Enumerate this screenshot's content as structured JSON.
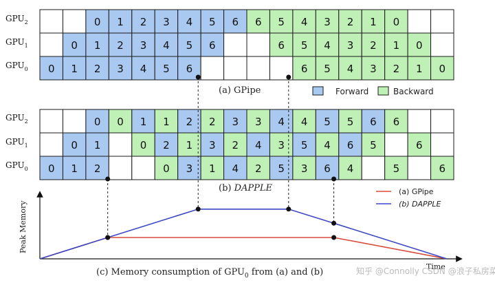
{
  "colors": {
    "forward": "#a9c9f1",
    "backward": "#bff0b5",
    "empty": "#ffffff",
    "grid_line": "#1a1a1a",
    "gpipe_line": "#d94a3a",
    "dapple_line": "#3b47c4"
  },
  "gpu_labels": {
    "main": "GPU",
    "subs": [
      "2",
      "1",
      "0"
    ]
  },
  "legend": {
    "forward": "Forward",
    "backward": "Backward"
  },
  "captions": {
    "a": "(a) GPipe",
    "b_prefix": "(b) ",
    "b_name": "DAPPLE",
    "c_prefix": "(c) Memory consumption of GPU",
    "c_sub": "0",
    "c_suffix": "  from (a) and (b)"
  },
  "gpipe_grid": [
    [
      [
        "",
        ""
      ],
      [
        "",
        ""
      ],
      [
        "F",
        "0"
      ],
      [
        "F",
        "1"
      ],
      [
        "F",
        "2"
      ],
      [
        "F",
        "3"
      ],
      [
        "F",
        "4"
      ],
      [
        "F",
        "5"
      ],
      [
        "F",
        "6"
      ],
      [
        "B",
        "6"
      ],
      [
        "B",
        "5"
      ],
      [
        "B",
        "4"
      ],
      [
        "B",
        "3"
      ],
      [
        "B",
        "2"
      ],
      [
        "B",
        "1"
      ],
      [
        "B",
        "0"
      ],
      [
        "",
        ""
      ],
      [
        "",
        ""
      ]
    ],
    [
      [
        "",
        ""
      ],
      [
        "F",
        "0"
      ],
      [
        "F",
        "1"
      ],
      [
        "F",
        "2"
      ],
      [
        "F",
        "3"
      ],
      [
        "F",
        "4"
      ],
      [
        "F",
        "5"
      ],
      [
        "F",
        "6"
      ],
      [
        "",
        ""
      ],
      [
        "",
        ""
      ],
      [
        "B",
        "6"
      ],
      [
        "B",
        "5"
      ],
      [
        "B",
        "4"
      ],
      [
        "B",
        "3"
      ],
      [
        "B",
        "2"
      ],
      [
        "B",
        "1"
      ],
      [
        "B",
        "0"
      ],
      [
        "",
        ""
      ]
    ],
    [
      [
        "F",
        "0"
      ],
      [
        "F",
        "1"
      ],
      [
        "F",
        "2"
      ],
      [
        "F",
        "3"
      ],
      [
        "F",
        "4"
      ],
      [
        "F",
        "5"
      ],
      [
        "F",
        "6"
      ],
      [
        "",
        ""
      ],
      [
        "",
        ""
      ],
      [
        "",
        ""
      ],
      [
        "",
        ""
      ],
      [
        "B",
        "6"
      ],
      [
        "B",
        "5"
      ],
      [
        "B",
        "4"
      ],
      [
        "B",
        "3"
      ],
      [
        "B",
        "2"
      ],
      [
        "B",
        "1"
      ],
      [
        "B",
        "0"
      ]
    ]
  ],
  "dapple_grid": [
    [
      [
        "",
        ""
      ],
      [
        "",
        ""
      ],
      [
        "F",
        "0"
      ],
      [
        "B",
        "0"
      ],
      [
        "F",
        "1"
      ],
      [
        "B",
        "1"
      ],
      [
        "F",
        "2"
      ],
      [
        "B",
        "2"
      ],
      [
        "F",
        "3"
      ],
      [
        "B",
        "3"
      ],
      [
        "F",
        "4"
      ],
      [
        "B",
        "4"
      ],
      [
        "F",
        "5"
      ],
      [
        "B",
        "5"
      ],
      [
        "F",
        "6"
      ],
      [
        "B",
        "6"
      ],
      [
        "",
        ""
      ],
      [
        "",
        ""
      ]
    ],
    [
      [
        "",
        ""
      ],
      [
        "F",
        "0"
      ],
      [
        "F",
        "1"
      ],
      [
        "",
        ""
      ],
      [
        "B",
        "0"
      ],
      [
        "F",
        "2"
      ],
      [
        "B",
        "1"
      ],
      [
        "F",
        "3"
      ],
      [
        "B",
        "2"
      ],
      [
        "F",
        "4"
      ],
      [
        "B",
        "3"
      ],
      [
        "F",
        "5"
      ],
      [
        "B",
        "4"
      ],
      [
        "F",
        "6"
      ],
      [
        "B",
        "5"
      ],
      [
        "",
        ""
      ],
      [
        "B",
        "6"
      ],
      [
        "",
        ""
      ]
    ],
    [
      [
        "F",
        "0"
      ],
      [
        "F",
        "1"
      ],
      [
        "F",
        "2"
      ],
      [
        "",
        ""
      ],
      [
        "",
        ""
      ],
      [
        "B",
        "0"
      ],
      [
        "F",
        "3"
      ],
      [
        "B",
        "1"
      ],
      [
        "F",
        "4"
      ],
      [
        "B",
        "2"
      ],
      [
        "F",
        "5"
      ],
      [
        "B",
        "3"
      ],
      [
        "F",
        "6"
      ],
      [
        "B",
        "4"
      ],
      [
        "",
        ""
      ],
      [
        "B",
        "5"
      ],
      [
        "",
        ""
      ],
      [
        "B",
        "6"
      ]
    ]
  ],
  "chart_data": {
    "type": "line",
    "ylabel": "Peak Memory",
    "xlabel": "Time",
    "series": [
      {
        "name": "(a) GPipe",
        "color": "#d94a3a",
        "x": [
          0,
          3,
          13,
          18
        ],
        "y": [
          0,
          1,
          1,
          0
        ]
      },
      {
        "name": "(b) DAPPLE",
        "color": "#3b47c4",
        "x": [
          0,
          3,
          7,
          11,
          13,
          18
        ],
        "y": [
          0,
          1,
          2.33,
          2.33,
          1.67,
          0
        ]
      }
    ]
  },
  "watermark": "知乎 @Connolly  CSDN @浪子私房菜"
}
